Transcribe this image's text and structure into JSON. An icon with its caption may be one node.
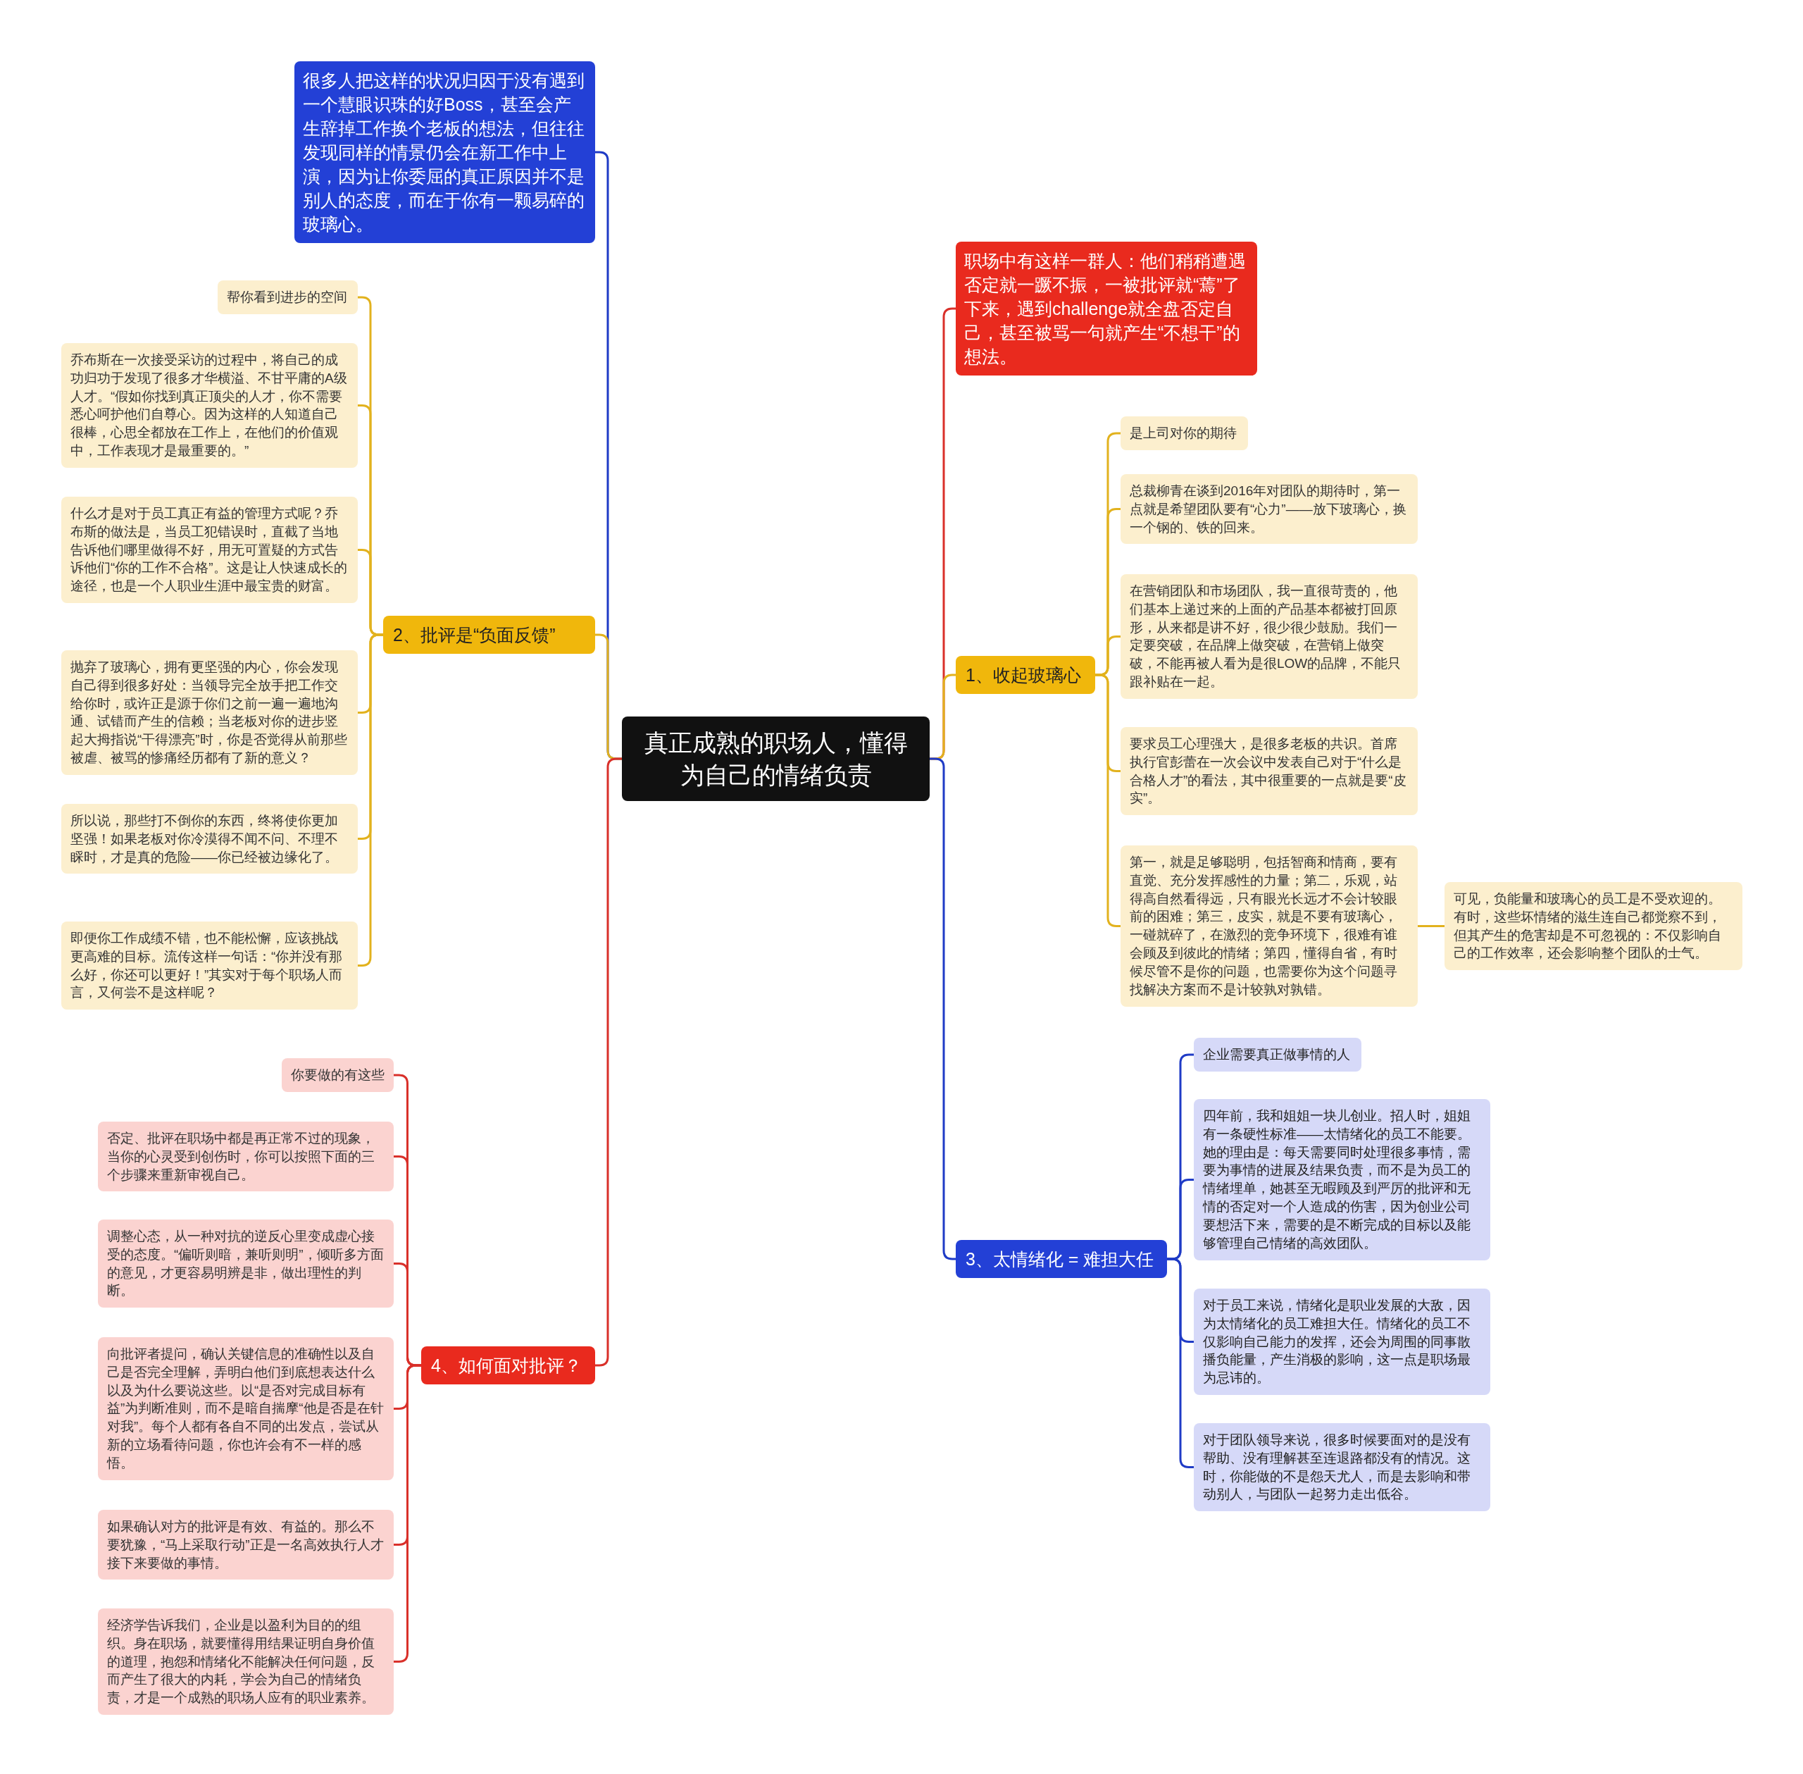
{
  "diagram": {
    "nodes": [
      {
        "text": [
          "真正成熟的职场人，懂得为自己的情绪负责"
        ]
      },
      {
        "text": [
          "很多人把这样的状况归因于没有遇到一个慧眼识珠的好Boss，甚至会产生辞掉工作换个老板的想法，但往往发现同样的情景仍会在新工作中上演，因为让你委屈的真正原因并不是别人的态度，而在于你有一颗易碎的玻璃心。"
        ]
      },
      {
        "text": [
          "2、批评是“负面反馈”"
        ]
      },
      {
        "text": [
          "帮你看到进步的空间"
        ]
      },
      {
        "text": [
          "乔布斯在一次接受采访的过程中，将自己的成功归功于发现了很多才华横溢、不甘平庸的A级人才。“假如你找到真正顶尖的人才，你不需要悉心呵护他们自尊心。因为这样的人知道自己很棒，心思全都放在工作上，在他们的价值观中，工作表现才是最重要的。”"
        ]
      },
      {
        "text": [
          "什么才是对于员工真正有益的管理方式呢？乔布斯的做法是，当员工犯错误时，直截了当地告诉他们哪里做得不好，用无可置疑的方式告诉他们“你的工作不合格”。这是让人快速成长的途径，也是一个人职业生涯中最宝贵的财富。"
        ]
      },
      {
        "text": [
          "抛弃了玻璃心，拥有更坚强的内心，你会发现自己得到很多好处：当领导完全放手把工作交给你时，或许正是源于你们之前一遍一遍地沟通、试错而产生的信赖；当老板对你的进步竖起大拇指说“干得漂亮”时，你是否觉得从前那些被虐、被骂的惨痛经历都有了新的意义？"
        ]
      },
      {
        "text": [
          "所以说，那些打不倒你的东西，终将使你更加坚强！如果老板对你冷漠得不闻不问、不理不睬时，才是真的危险——你已经被边缘化了。"
        ]
      },
      {
        "text": [
          "即便你工作成绩不错，也不能松懈，应该挑战更高难的目标。流传这样一句话：“你并没有那么好，你还可以更好！”其实对于每个职场人而言，又何尝不是这样呢？"
        ]
      },
      {
        "text": [
          "4、如何面对批评？"
        ]
      },
      {
        "text": [
          "你要做的有这些"
        ]
      },
      {
        "text": [
          "否定、批评在职场中都是再正常不过的现象，当你的心灵受到创伤时，你可以按照下面的三个步骤来重新审视自己。"
        ]
      },
      {
        "text": [
          "调整心态，从一种对抗的逆反心里变成虚心接受的态度。“偏听则暗，兼听则明”，倾听多方面的意见，才更容易明辨是非，做出理性的判断。"
        ]
      },
      {
        "text": [
          "向批评者提问，确认关键信息的准确性以及自己是否完全理解，弄明白他们到底想表达什么以及为什么要说这些。以“是否对完成目标有益”为判断准则，而不是暗自揣摩“他是否是在针对我”。每个人都有各自不同的出发点，尝试从新的立场看待问题，你也许会有不一样的感悟。"
        ]
      },
      {
        "text": [
          "如果确认对方的批评是有效、有益的。那么不要犹豫，“马上采取行动”正是一名高效执行人才接下来要做的事情。"
        ]
      },
      {
        "text": [
          "经济学告诉我们，企业是以盈利为目的的组织。身在职场，就要懂得用结果证明自身价值的道理，抱怨和情绪化不能解决任何问题，反而产生了很大的内耗，学会为自己的情绪负责，才是一个成熟的职场人应有的职业素养。"
        ]
      },
      {
        "text": [
          "职场中有这样一群人：他们稍稍遭遇否定就一蹶不振，一被批评就“蔫”了下来，遇到challenge就全盘否定自己，甚至被骂一句就产生“不想干”的想法。"
        ]
      },
      {
        "text": [
          "1、收起玻璃心"
        ]
      },
      {
        "text": [
          "是上司对你的期待"
        ]
      },
      {
        "text": [
          "总裁柳青在谈到2016年对团队的期待时，第一点就是希望团队要有“心力”——放下玻璃心，换一个钢的、铁的回来。"
        ]
      },
      {
        "text": [
          "在营销团队和市场团队，我一直很苛责的，他们基本上递过来的上面的产品基本都被打回原形，从来都是讲不好，很少很少鼓励。我们一定要突破，在品牌上做突破，在营销上做突破，不能再被人看为是很LOW的品牌，不能只跟补贴在一起。"
        ]
      },
      {
        "text": [
          "要求员工心理强大，是很多老板的共识。首席执行官彭蕾在一次会议中发表自己对于“什么是合格人才”的看法，其中很重要的一点就是要“皮实”。"
        ]
      },
      {
        "text": [
          "第一，就是足够聪明，包括智商和情商，要有直觉、充分发挥感性的力量；第二，乐观，站得高自然看得远，只有眼光长远才不会计较眼前的困难；第三，皮实，就是不要有玻璃心，一碰就碎了，在激烈的竞争环境下，很难有谁会顾及到彼此的情绪；第四，懂得自省，有时候尽管不是你的问题，也需要你为这个问题寻找解决方案而不是计较孰对孰错。"
        ]
      },
      {
        "text": [
          "可见，负能量和玻璃心的员工是不受欢迎的。有时，这些坏情绪的滋生连自己都觉察不到，但其产生的危害却是不可忽视的：不仅影响自己的工作效率，还会影响整个团队的士气。"
        ]
      },
      {
        "text": [
          "3、太情绪化 = 难担大任"
        ]
      },
      {
        "text": [
          "企业需要真正做事情的人"
        ]
      },
      {
        "text": [
          "四年前，我和姐姐一块儿创业。招人时，姐姐有一条硬性标准——太情绪化的员工不能要。她的理由是：每天需要同时处理很多事情，需要为事情的进展及结果负责，而不是为员工的情绪埋单，她甚至无暇顾及到严厉的批评和无情的否定对一个人造成的伤害，因为创业公司要想活下来，需要的是不断完成的目标以及能够管理自己情绪的高效团队。"
        ]
      },
      {
        "text": [
          "对于员工来说，情绪化是职业发展的大敌，因为太情绪化的员工难担大任。情绪化的员工不仅影响自己能力的发挥，还会为周围的同事散播负能量，产生消极的影响，这一点是职场最为忌讳的。"
        ]
      },
      {
        "text": [
          "对于团队领导来说，很多时候要面对的是没有帮助、没有理解甚至连退路都没有的情况。这时，你能做的不是怨天尤人，而是去影响和带动别人，与团队一起努力走出低谷。"
        ]
      }
    ],
    "edges": [
      {
        "from": 0,
        "to": 1,
        "arrow": "none",
        "color": "#1f3bc6"
      },
      {
        "from": 0,
        "to": 2,
        "arrow": "none"
      },
      {
        "from": 2,
        "to": 3,
        "arrow": "none"
      },
      {
        "from": 2,
        "to": 4,
        "arrow": "none"
      },
      {
        "from": 2,
        "to": 5,
        "arrow": "none"
      },
      {
        "from": 2,
        "to": 6,
        "arrow": "none"
      },
      {
        "from": 2,
        "to": 7,
        "arrow": "none"
      },
      {
        "from": 2,
        "to": 8,
        "arrow": "none"
      },
      {
        "from": 0,
        "to": 9,
        "arrow": "none",
        "color": "#d9302a"
      },
      {
        "from": 9,
        "to": 10,
        "arrow": "none",
        "color": "#d9302a"
      },
      {
        "from": 9,
        "to": 11,
        "arrow": "none",
        "color": "#d9302a"
      },
      {
        "from": 9,
        "to": 12,
        "arrow": "none",
        "color": "#d9302a"
      },
      {
        "from": 9,
        "to": 13,
        "arrow": "none",
        "color": "#d9302a"
      },
      {
        "from": 9,
        "to": 14,
        "arrow": "none",
        "color": "#d9302a"
      },
      {
        "from": 9,
        "to": 15,
        "arrow": "none",
        "color": "#d9302a"
      },
      {
        "from": 0,
        "to": 16,
        "arrow": "none",
        "color": "#d9302a"
      },
      {
        "from": 0,
        "to": 17,
        "arrow": "none"
      },
      {
        "from": 17,
        "to": 18,
        "arrow": "none"
      },
      {
        "from": 17,
        "to": 19,
        "arrow": "none"
      },
      {
        "from": 17,
        "to": 20,
        "arrow": "none"
      },
      {
        "from": 17,
        "to": 21,
        "arrow": "none"
      },
      {
        "from": 17,
        "to": 22,
        "arrow": "none"
      },
      {
        "from": 22,
        "to": 23,
        "arrow": "none"
      },
      {
        "from": 0,
        "to": 24,
        "arrow": "none",
        "color": "#1f3bc6"
      },
      {
        "from": 24,
        "to": 25,
        "arrow": "none",
        "color": "#1f3bc6"
      },
      {
        "from": 24,
        "to": 26,
        "arrow": "none",
        "color": "#1f3bc6"
      },
      {
        "from": 24,
        "to": 27,
        "arrow": "none",
        "color": "#1f3bc6"
      },
      {
        "from": 24,
        "to": 28,
        "arrow": "none",
        "color": "#1f3bc6"
      }
    ]
  }
}
